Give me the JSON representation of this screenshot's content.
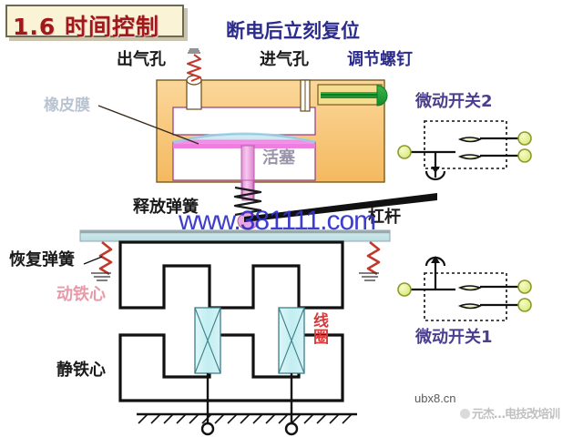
{
  "title": {
    "number": "1.6",
    "text": "时间控制",
    "full": "1.6  时间控制"
  },
  "headline": "断电后立刻复位",
  "labels": {
    "air_outlet": "出气孔",
    "air_inlet": "进气孔",
    "adjusting_screw": "调节螺钉",
    "rubber_membrane": "橡皮膜",
    "piston": "活塞",
    "release_spring": "释放弹簧",
    "lever": "杠杆",
    "restore_spring": "恢复弹簧",
    "moving_core": "动铁心",
    "static_core": "静铁心",
    "coil": "线圈",
    "micro_switch_2": "微动开关2",
    "micro_switch_1": "微动开关1"
  },
  "watermarks": {
    "url": "www.381111.com",
    "bottom_url": "ubx8.cn",
    "logo_text": "元杰…电技改培训"
  },
  "colors": {
    "banner_bg": "#fbf3d5",
    "banner_border": "#6e6a52",
    "title_red": "#a01818",
    "headline_blue": "#2c2c8c",
    "body_orange": "#f7c473",
    "membrane_pink": "#ee7fe0",
    "screw_green": "#1f9e3a",
    "terminal_yellow": "#e6f08a",
    "coil_cyan": "#c9f0f2",
    "bar_cyan": "#bfe4e8",
    "spring_red": "#d05a4a",
    "label_red": "#d63a3a"
  }
}
